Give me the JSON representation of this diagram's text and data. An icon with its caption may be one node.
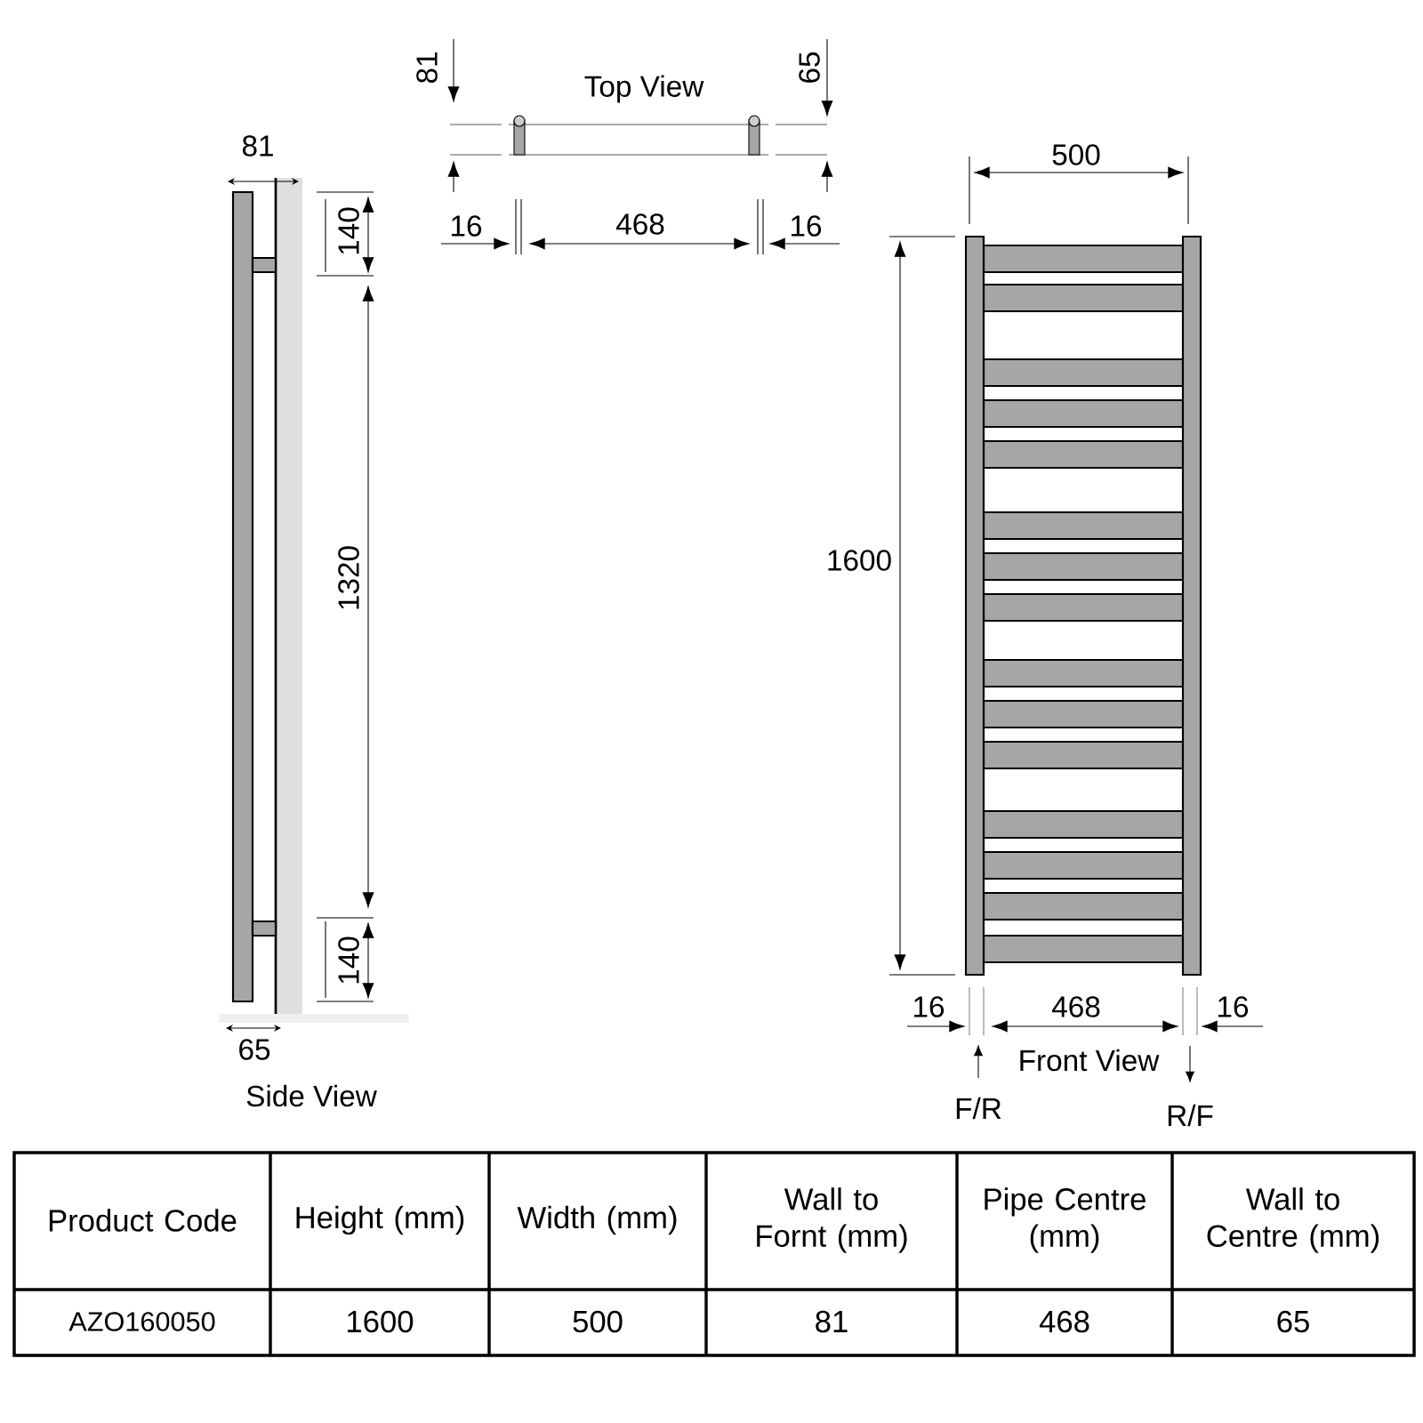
{
  "diagram": {
    "labels": [
      "81",
      "Top View",
      "65",
      "81",
      "16",
      "468",
      "16",
      "500",
      "140",
      "1600",
      "1320",
      "140",
      "16",
      "468",
      "16",
      "65",
      "Front View",
      "Side View",
      "F/R",
      "R/F",
      "Product Code",
      "Height (mm)",
      "Width (mm)",
      "Wall to Fornt (mm)",
      "Pipe Centre (mm)",
      "Wall to Centre (mm)",
      "AZO160050",
      "1600",
      "500",
      "81",
      "468",
      "65"
    ]
  }
}
